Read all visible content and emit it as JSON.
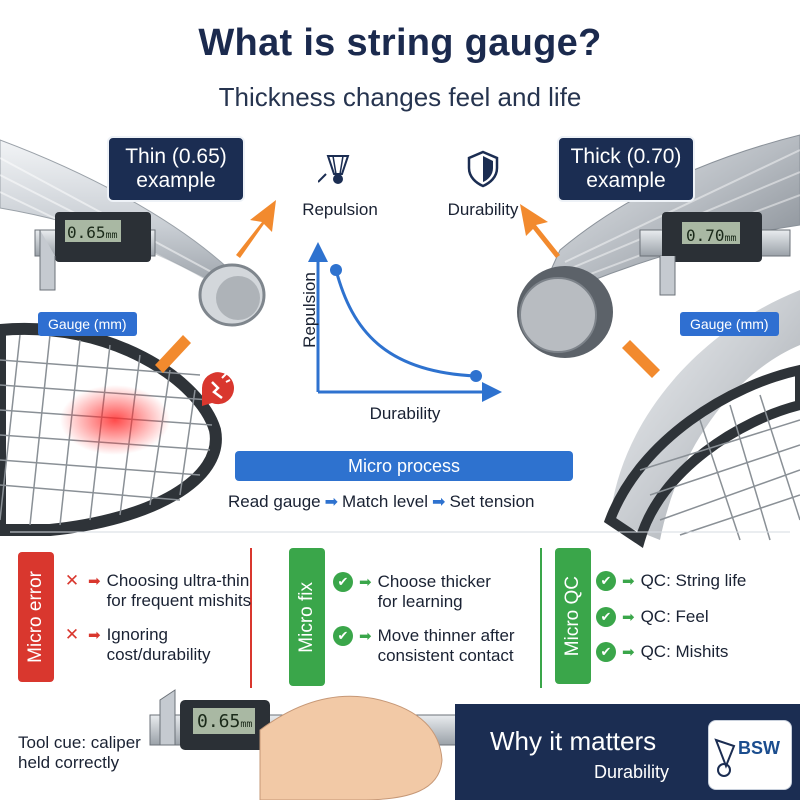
{
  "header": {
    "title": "What is string gauge?",
    "subtitle": "Thickness changes feel and life"
  },
  "thin": {
    "line1": "Thin (0.65)",
    "line2": "example",
    "display": "0.65",
    "display_unit": "mm",
    "tag": "Gauge (mm)"
  },
  "thick": {
    "line1": "Thick (0.70)",
    "line2": "example",
    "display": "0.70",
    "display_unit": "mm",
    "tag": "Gauge (mm)"
  },
  "labels": {
    "repulsion": "Repulsion",
    "durability": "Durability"
  },
  "chart_data": {
    "type": "line",
    "xlabel": "Durability",
    "ylabel": "Repulsion",
    "series": [
      {
        "x": [
          0,
          1
        ],
        "y": [
          1,
          0
        ]
      }
    ]
  },
  "process": {
    "title": "Micro process",
    "steps": [
      "Read gauge",
      "Match level",
      "Set tension"
    ]
  },
  "micro_error": {
    "label": "Micro error",
    "items": [
      {
        "l1": "Choosing ultra-thin",
        "l2": "for frequent mishits"
      },
      {
        "l1": "Ignoring",
        "l2": "cost/durability"
      }
    ]
  },
  "micro_fix": {
    "label": "Micro fix",
    "items": [
      {
        "l1": "Choose thicker",
        "l2": "for learning"
      },
      {
        "l1": "Move thinner after",
        "l2": "consistent contact"
      }
    ]
  },
  "micro_qc": {
    "label": "Micro QC",
    "items": [
      "QC: String life",
      "QC: Feel",
      "QC: Mishits"
    ]
  },
  "tool_cue": {
    "l1": "Tool cue: caliper",
    "l2": "held correctly",
    "display": "0.65",
    "display_unit": "mm"
  },
  "why": {
    "title": "Why it matters",
    "sub": "Durability",
    "logo": "BSW"
  },
  "colors": {
    "navy": "#1b2d52",
    "blue": "#2e72cf",
    "red": "#d9372e",
    "green": "#3aa64a",
    "orange": "#f28a2e"
  }
}
